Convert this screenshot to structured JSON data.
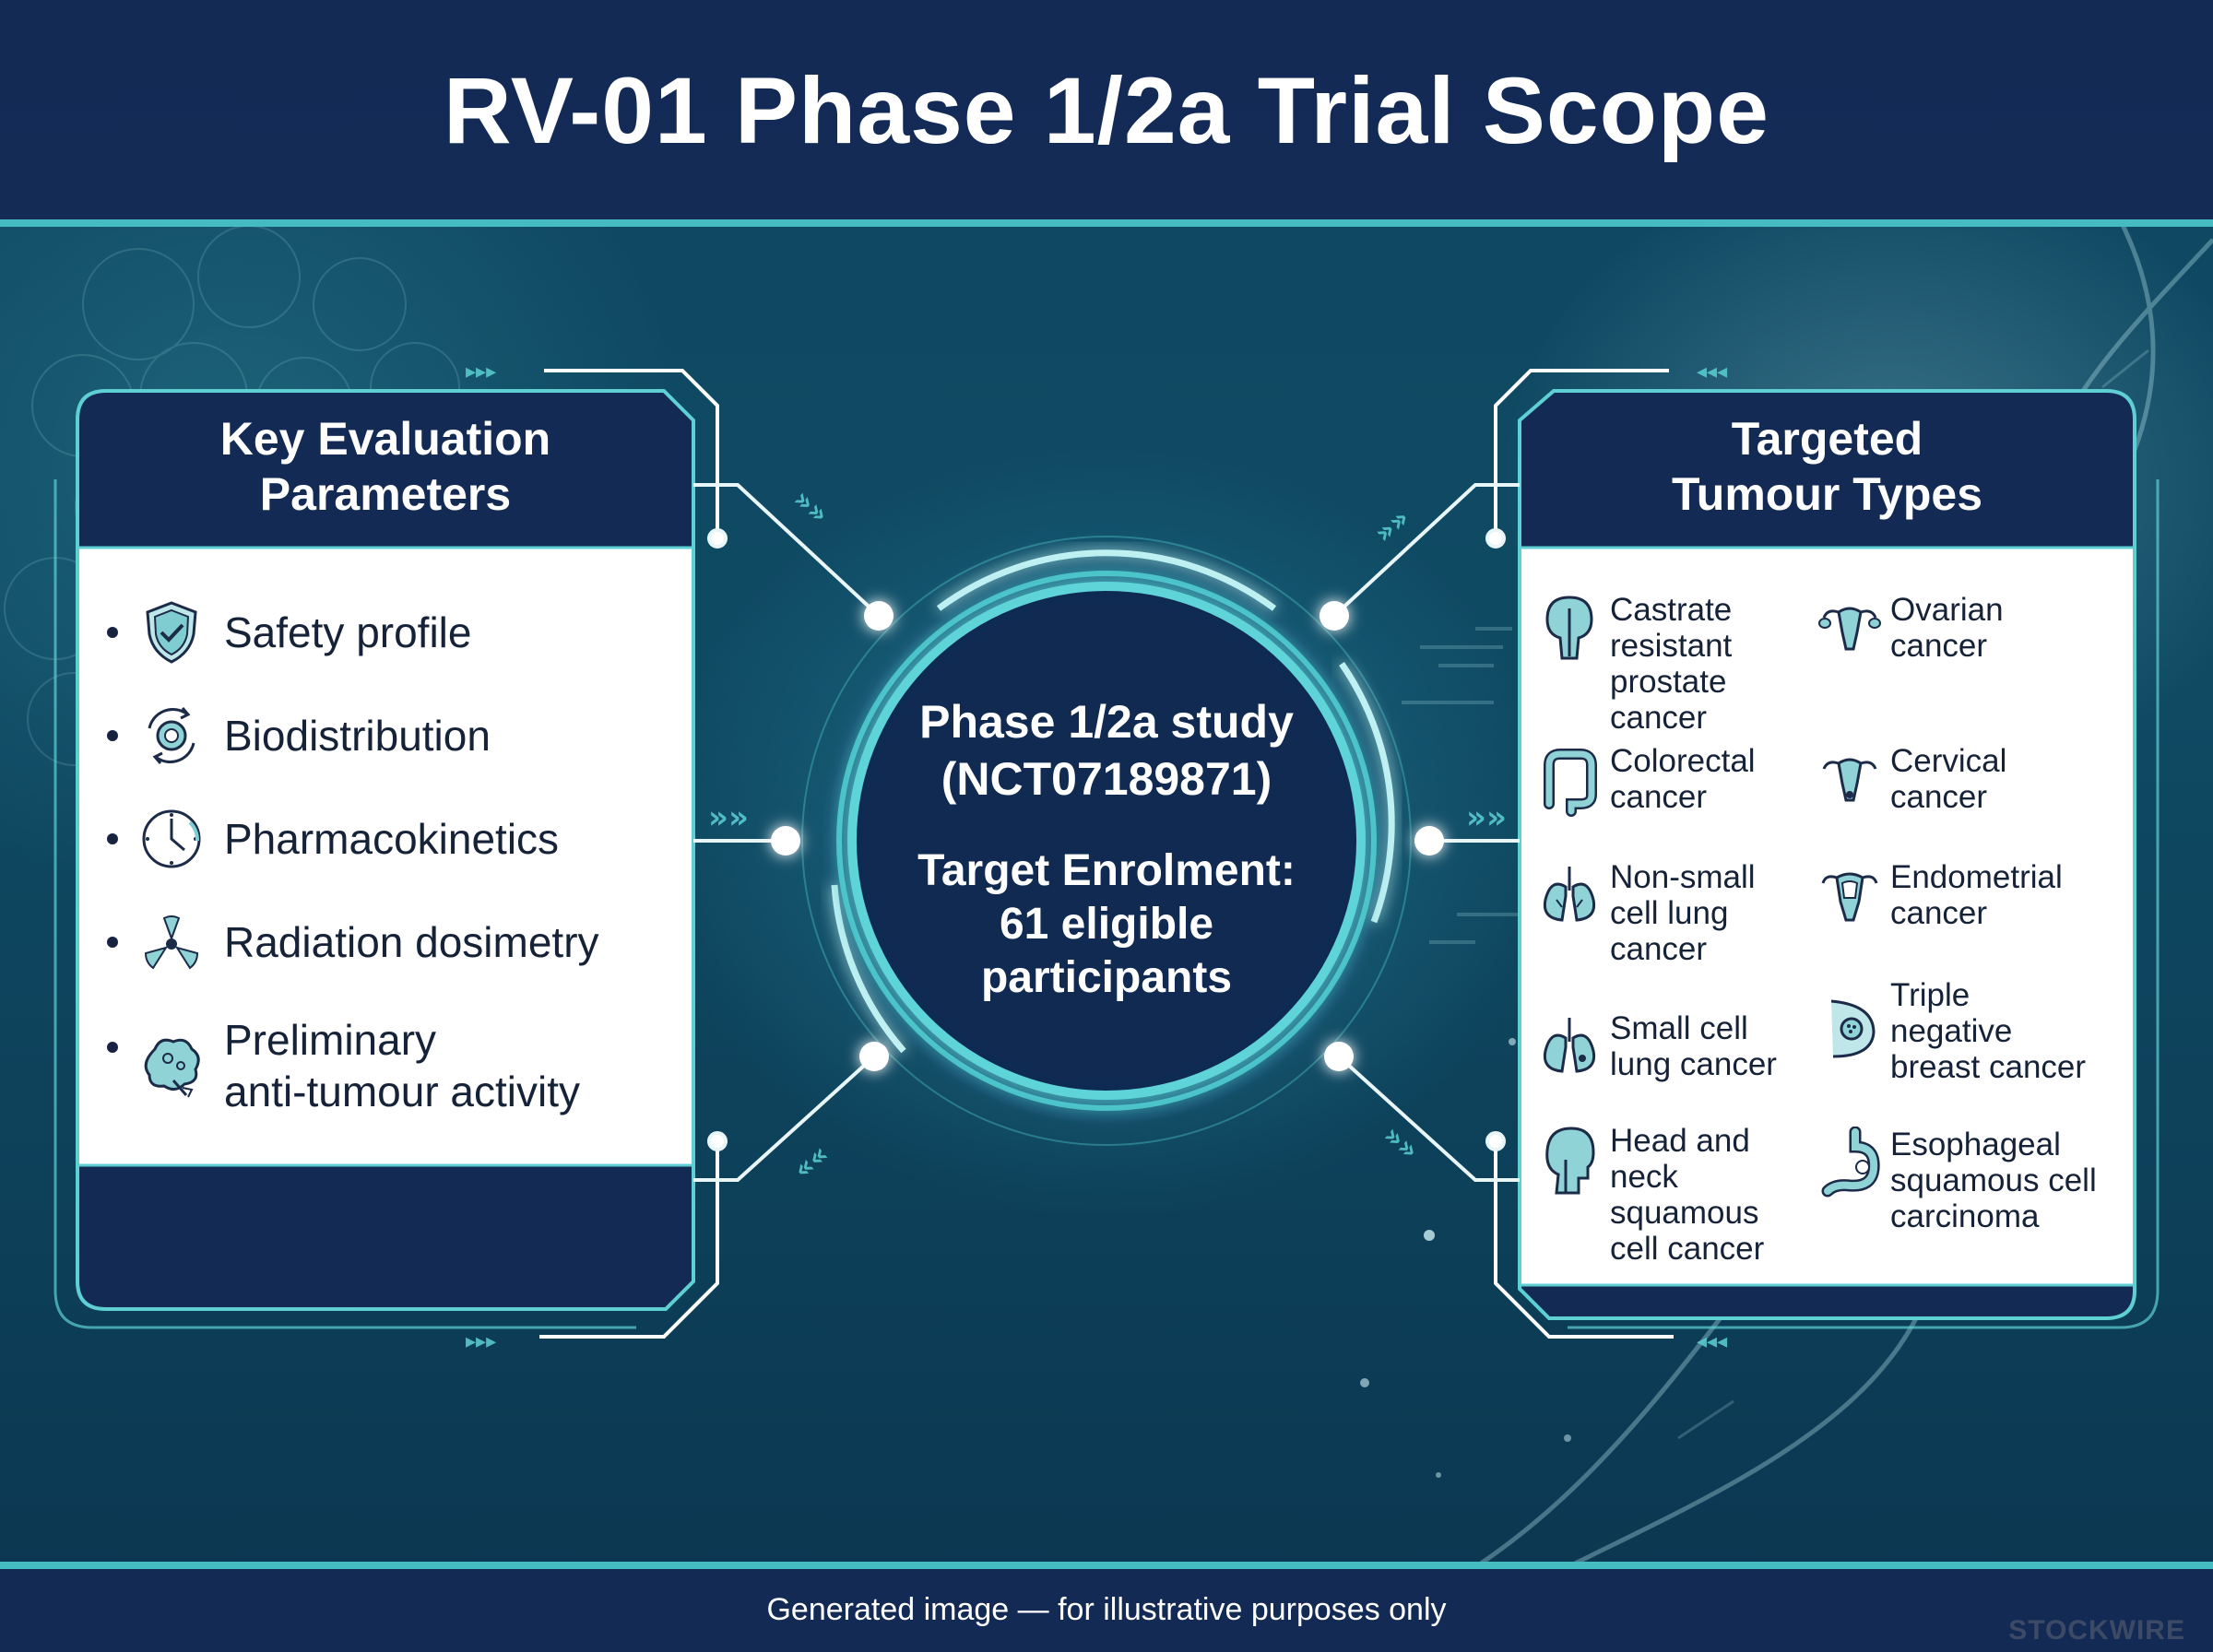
{
  "title": "RV-01 Phase 1/2a Trial Scope",
  "left_panel": {
    "heading_lines": [
      "Key Evaluation",
      "Parameters"
    ],
    "items": [
      {
        "icon": "shield-check-icon",
        "lines": [
          "Safety profile"
        ]
      },
      {
        "icon": "circular-arrows-target-icon",
        "lines": [
          "Biodistribution"
        ]
      },
      {
        "icon": "clock-icon",
        "lines": [
          "Pharmacokinetics"
        ]
      },
      {
        "icon": "radiation-icon",
        "lines": [
          "Radiation dosimetry"
        ]
      },
      {
        "icon": "tumour-cell-icon",
        "lines": [
          "Preliminary",
          "anti-tumour activity"
        ]
      }
    ]
  },
  "center": {
    "study_lines": [
      "Phase 1/2a study",
      "(NCT07189871)"
    ],
    "enrolment_lines": [
      "Target Enrolment:",
      "61 eligible",
      "participants"
    ]
  },
  "right_panel": {
    "heading_lines": [
      "Targeted",
      "Tumour Types"
    ],
    "tumours": [
      {
        "icon": "prostate-icon",
        "lines": [
          "Castrate",
          "resistant",
          "prostate",
          "cancer"
        ]
      },
      {
        "icon": "ovary-icon",
        "lines": [
          "Ovarian",
          "cancer"
        ]
      },
      {
        "icon": "colon-icon",
        "lines": [
          "Colorectal",
          "cancer"
        ]
      },
      {
        "icon": "cervix-icon",
        "lines": [
          "Cervical",
          "cancer"
        ]
      },
      {
        "icon": "lungs-icon",
        "lines": [
          "Non-small",
          "cell lung",
          "cancer"
        ]
      },
      {
        "icon": "uterus-icon",
        "lines": [
          "Endometrial",
          "cancer"
        ]
      },
      {
        "icon": "lungs-icon",
        "lines": [
          "Small cell",
          "lung cancer"
        ]
      },
      {
        "icon": "breast-icon",
        "lines": [
          "Triple",
          "negative",
          "breast cancer"
        ]
      },
      {
        "icon": "head-neck-icon",
        "lines": [
          "Head and",
          "neck",
          "squamous",
          "cell cancer"
        ]
      },
      {
        "icon": "stomach-icon",
        "lines": [
          "Esophageal",
          "squamous cell",
          "carcinoma"
        ]
      }
    ]
  },
  "footer": {
    "note": "Generated image — for illustrative purposes only",
    "watermark": "STOCKWIRE"
  },
  "colors": {
    "navy": "#132a55",
    "teal": "#45bcc1",
    "icon_teal": "#8fd3d6",
    "text_dark": "#152238"
  }
}
